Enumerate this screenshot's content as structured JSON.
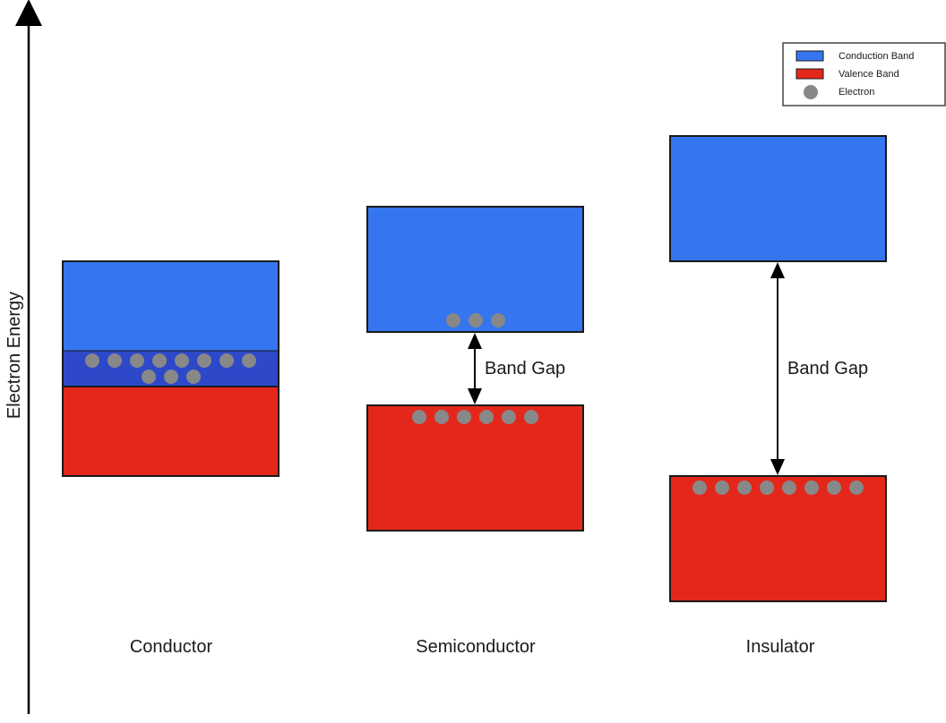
{
  "axis": {
    "label": "Electron Energy"
  },
  "legend": {
    "items": [
      {
        "label": "Conduction Band",
        "kind": "rect",
        "color": "#3575EF"
      },
      {
        "label": "Valence Band",
        "kind": "rect",
        "color": "#E3281B"
      },
      {
        "label": "Electron",
        "kind": "circle",
        "color": "#888888"
      }
    ]
  },
  "colors": {
    "conduction": "#3575EF",
    "valence": "#E3281B",
    "overlap": "#2D49C9",
    "electron": "#888888",
    "outline": "#1a1a1a"
  },
  "materials": [
    {
      "name": "Conductor",
      "band_gap_label": "",
      "overlap": true,
      "conduction_electrons": 0,
      "valence_electrons": 0,
      "overlap_electrons_row1": 8,
      "overlap_electrons_row2": 3
    },
    {
      "name": "Semiconductor",
      "band_gap_label": "Band Gap",
      "overlap": false,
      "conduction_electrons": 3,
      "valence_electrons": 6
    },
    {
      "name": "Insulator",
      "band_gap_label": "Band Gap",
      "overlap": false,
      "conduction_electrons": 0,
      "valence_electrons": 8
    }
  ]
}
